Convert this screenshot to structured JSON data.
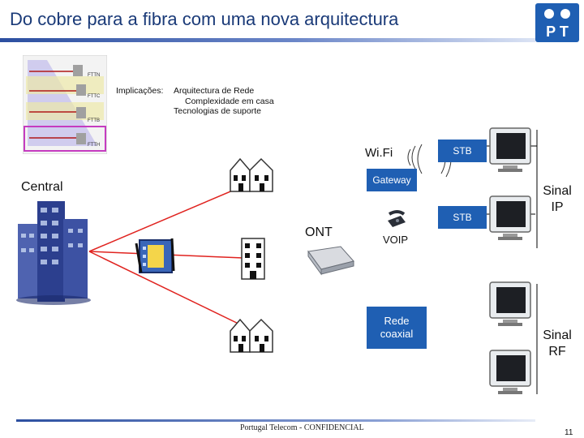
{
  "header": {
    "title": "Do cobre para a fibra com uma nova arquitectura",
    "logo_text": "P T"
  },
  "implications": {
    "label": "Implicações:",
    "items": [
      "Arquitectura de Rede",
      "Complexidade em casa",
      "Tecnologias de suporte"
    ]
  },
  "thumbnail": {
    "labels": [
      "FTTN",
      "FTTC",
      "FTTB",
      "FTTH"
    ]
  },
  "diagram": {
    "central": "Central",
    "wifi": "Wi.Fi",
    "gateway": "Gateway",
    "stb_top": "STB",
    "stb_bottom": "STB",
    "ont": "ONT",
    "voip": "VOIP",
    "rede_coaxial": "Rede coaxial",
    "sinal_ip": "Sinal IP",
    "sinal_rf": "Sinal RF"
  },
  "footer": {
    "text": "Portugal Telecom - CONFIDENCIAL",
    "page": "11"
  },
  "colors": {
    "title": "#1a3a78",
    "box": "#1f5fb3",
    "fiber": "#e0231f"
  }
}
